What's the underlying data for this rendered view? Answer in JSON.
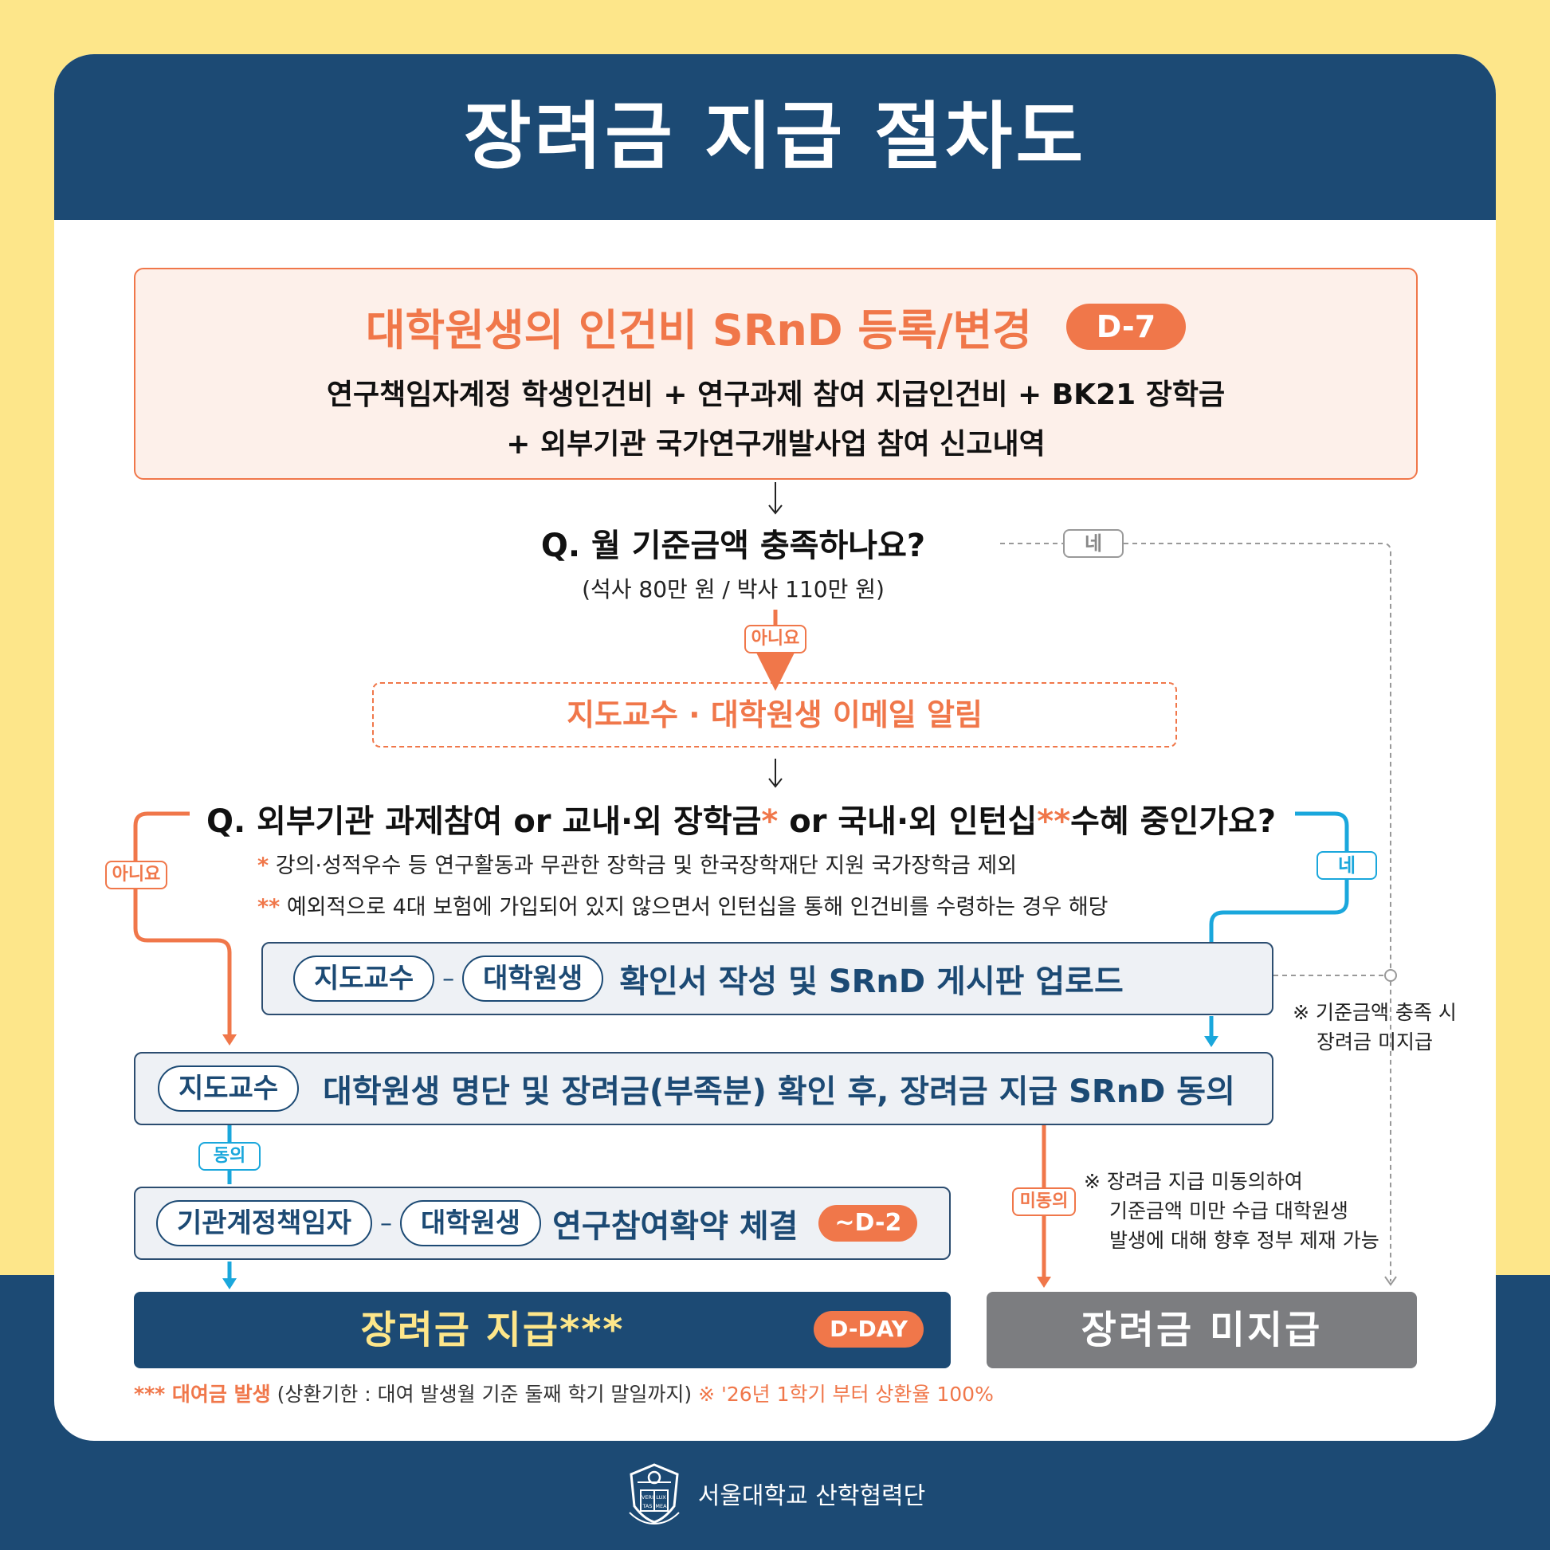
{
  "title": "장려금 지급 절차도",
  "step1": {
    "title": "대학원생의 인건비 SRnD 등록/변경",
    "badge": "D-7",
    "line1": "연구책임자계정 학생인건비 + 연구과제 참여 지급인건비 + BK21 장학금",
    "line2": "+  외부기관 국가연구개발사업 참여 신고내역"
  },
  "question1": {
    "text": "Q. 월 기준금액 충족하나요?",
    "sub": "(석사 80만 원 / 박사 110만 원)",
    "yes_label": "네",
    "no_label": "아니요"
  },
  "email_box": "지도교수 · 대학원생 이메일 알림",
  "question2": {
    "part1": "Q. 외부기관 과제참여 or 교내·외 장학금",
    "ast1": "*",
    "part2": " or 국내·외 인턴십",
    "ast2": "**",
    "part3": "수혜 중인가요?",
    "note1_mark": "*",
    "note1": " 강의·성적우수 등 연구활동과 무관한 장학금 및 한국장학재단 지원 국가장학금 제외",
    "note2_mark": "**",
    "note2": " 예외적으로 4대 보험에 가입되어 있지 않으면서 인턴십을 통해 인건비를 수령하는 경우 해당",
    "no_label": "아니요",
    "yes_label": "네"
  },
  "confirm_box": {
    "role1": "지도교수",
    "role2": "대학원생",
    "text": "확인서 작성 및 SRnD 게시판 업로드"
  },
  "side_note_1": {
    "line1": "※ 기준금액 충족 시",
    "line2": "장려금 미지급"
  },
  "professor_box": {
    "role": "지도교수",
    "text": "대학원생 명단  및 장려금(부족분) 확인 후, 장려금 지급 SRnD 동의"
  },
  "agree_label": "동의",
  "disagree_label": "미동의",
  "contract_box": {
    "role1": "기관계정책임자",
    "role2": "대학원생",
    "text": "연구참여확약 체결",
    "badge": "~D-2"
  },
  "side_note_2": {
    "line1": "※ 장려금 지급 미동의하여",
    "line2": "기준금액 미만 수급 대학원생",
    "line3": "발생에 대해 향후 정부 제재 가능"
  },
  "pay_box": {
    "text": "장려금 지급***",
    "badge": "D-DAY"
  },
  "nopay_box": "장려금 미지급",
  "footnote": {
    "mark": "*** 대여금 발생",
    "detail": " (상환기한 : 대여 발생월 기준 둘째 학기 말일까지) ",
    "policy": "※ '26년 1학기 부터 상환율 100%"
  },
  "footer": {
    "org": "서울대학교 산학협력단",
    "logo_text": [
      "VERI",
      "LUX",
      "TAS",
      "MEA"
    ]
  },
  "colors": {
    "navy": "#1c4a74",
    "orange": "#f0774a",
    "blue": "#1aa7dc",
    "yellow": "#fde68a",
    "gray": "#7c7d80"
  }
}
